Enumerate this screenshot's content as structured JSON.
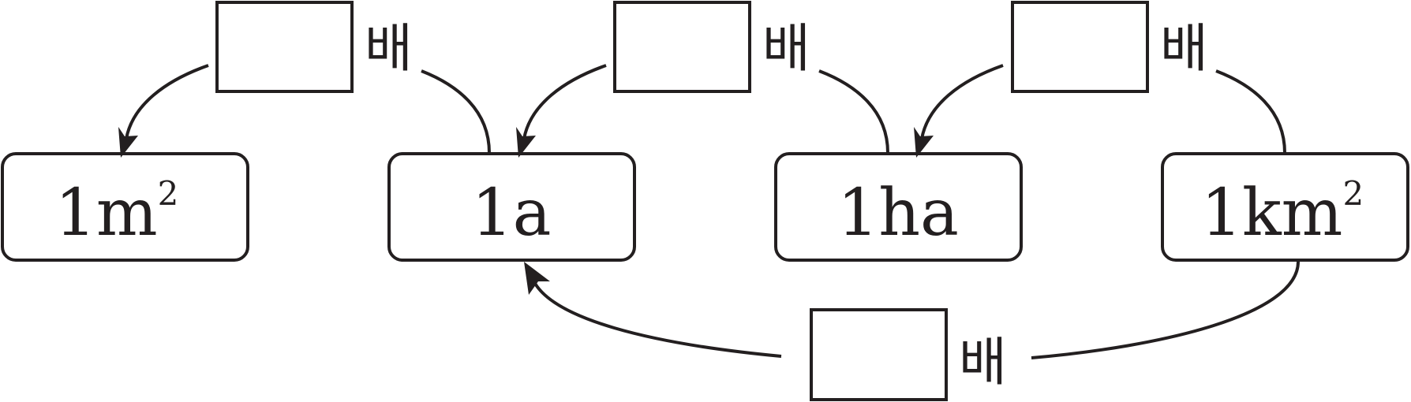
{
  "units": [
    {
      "id": "m2",
      "base": "1m",
      "sup": "2"
    },
    {
      "id": "a",
      "base": "1a",
      "sup": ""
    },
    {
      "id": "ha",
      "base": "1ha",
      "sup": ""
    },
    {
      "id": "km2",
      "base": "1km",
      "sup": "2"
    }
  ],
  "blanks": [
    {
      "id": "blank-1",
      "value": "",
      "suffix": "배"
    },
    {
      "id": "blank-2",
      "value": "",
      "suffix": "배"
    },
    {
      "id": "blank-3",
      "value": "",
      "suffix": "배"
    },
    {
      "id": "blank-4",
      "value": "",
      "suffix": "배"
    }
  ],
  "colors": {
    "stroke": "#231f20",
    "background": "#ffffff"
  }
}
